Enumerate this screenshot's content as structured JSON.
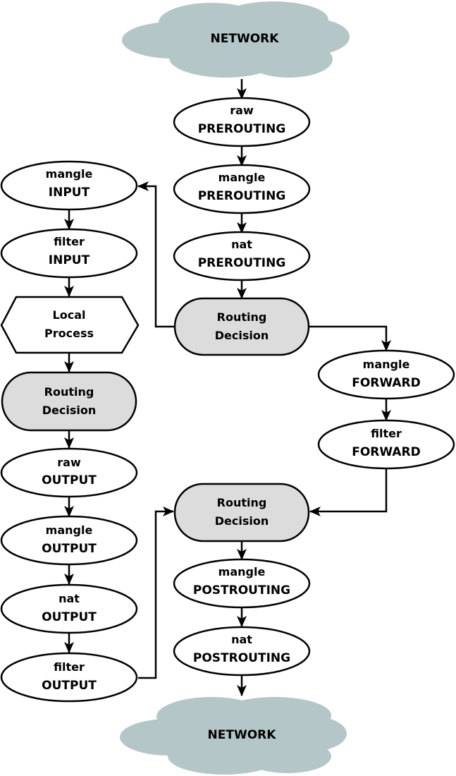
{
  "colors": {
    "cloud": "#b5c6c8",
    "routing_fill": "#dcdcdc",
    "node_fill": "#ffffff",
    "stroke": "#000000"
  },
  "network_top": {
    "label": "NETWORK"
  },
  "network_bottom": {
    "label": "NETWORK"
  },
  "nodes": {
    "raw_prerouting": {
      "table": "raw",
      "chain": "PREROUTING"
    },
    "mangle_prerouting": {
      "table": "mangle",
      "chain": "PREROUTING"
    },
    "nat_prerouting": {
      "table": "nat",
      "chain": "PREROUTING"
    },
    "routing_1": {
      "line1": "Routing",
      "line2": "Decision"
    },
    "mangle_input": {
      "table": "mangle",
      "chain": "INPUT"
    },
    "filter_input": {
      "table": "filter",
      "chain": "INPUT"
    },
    "local_process": {
      "line1": "Local",
      "line2": "Process"
    },
    "routing_2": {
      "line1": "Routing",
      "line2": "Decision"
    },
    "raw_output": {
      "table": "raw",
      "chain": "OUTPUT"
    },
    "mangle_output": {
      "table": "mangle",
      "chain": "OUTPUT"
    },
    "nat_output": {
      "table": "nat",
      "chain": "OUTPUT"
    },
    "filter_output": {
      "table": "filter",
      "chain": "OUTPUT"
    },
    "mangle_forward": {
      "table": "mangle",
      "chain": "FORWARD"
    },
    "filter_forward": {
      "table": "filter",
      "chain": "FORWARD"
    },
    "routing_3": {
      "line1": "Routing",
      "line2": "Decision"
    },
    "mangle_postrouting": {
      "table": "mangle",
      "chain": "POSTROUTING"
    },
    "nat_postrouting": {
      "table": "nat",
      "chain": "POSTROUTING"
    }
  }
}
